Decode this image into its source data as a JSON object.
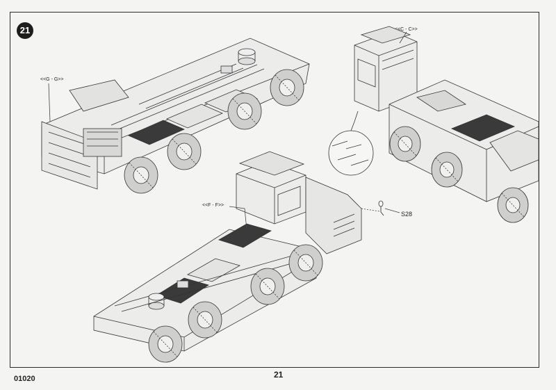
{
  "step": "21",
  "views": [
    {
      "label": "<<G - G>>"
    },
    {
      "label": "<<C - C>>"
    },
    {
      "label": "<<F - F>>"
    }
  ],
  "part": "S28",
  "footer": {
    "catalog": "01020",
    "page": "21"
  }
}
